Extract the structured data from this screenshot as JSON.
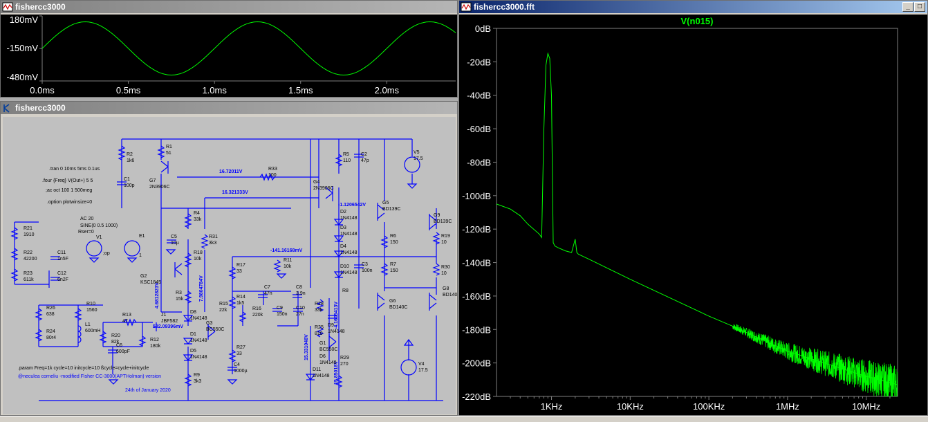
{
  "transient_window": {
    "title": "fishercc3000",
    "y_ticks": [
      "180mV",
      "-150mV",
      "-480mV"
    ],
    "x_ticks": [
      "0.0ms",
      "0.5ms",
      "1.0ms",
      "1.5ms",
      "2.0ms"
    ]
  },
  "schematic_window": {
    "title": "fishercc3000",
    "spice_directives": [
      ".tran 0 10ms 5ms 0.1us",
      ".four {Freq} V(Out+) 5 5",
      ";ac oct 100 1 500meg",
      ".option plotwinsize=0"
    ],
    "param_line": ".param Freq=1k cycle=10 initcycle=10 ßcycle=cycle+initcycle",
    "credit_line": "@neculea corneliu -modified Fisher CC-3000(APTHolman) version",
    "date_line": "24th of January 2020",
    "source": {
      "ac": "AC 20",
      "sine": "SINE(0 0.5 1000)",
      "rser": "Rser=0",
      "label1": "V1",
      "label2": "E1",
      "op": ";op",
      "e_gain": "1"
    },
    "voltage_labels": [
      "16.72011V",
      "16.321333V",
      "-1.1206542V",
      "-141.16168mV",
      "4.6812823V",
      "582.09396mV",
      "7.9804784V",
      "15.331048V",
      "-4.1605413V",
      "15.85018V"
    ],
    "components": [
      {
        "ref": "R2",
        "value": "1k6"
      },
      {
        "ref": "R1",
        "value": "51"
      },
      {
        "ref": "G7",
        "value": "2N3906C"
      },
      {
        "ref": "C1",
        "value": "100p"
      },
      {
        "ref": "R21",
        "value": "1910"
      },
      {
        "ref": "R22",
        "value": "42200"
      },
      {
        "ref": "R23",
        "value": "611k"
      },
      {
        "ref": "C11",
        "value": "1n5F"
      },
      {
        "ref": "C12",
        "value": "6n2F"
      },
      {
        "ref": "R26",
        "value": "638"
      },
      {
        "ref": "R24",
        "value": "80r4"
      },
      {
        "ref": "R10",
        "value": "1560"
      },
      {
        "ref": "L1",
        "value": "600mH"
      },
      {
        "ref": "R20",
        "value": "82k"
      },
      {
        "ref": "C6",
        "value": "600pF"
      },
      {
        "ref": "R13",
        "value": "47"
      },
      {
        "ref": "R12",
        "value": "180k"
      },
      {
        "ref": "J1",
        "value": "JBF582"
      },
      {
        "ref": "R4",
        "value": "33k"
      },
      {
        "ref": "C5",
        "value": "10µ"
      },
      {
        "ref": "R18",
        "value": "10k"
      },
      {
        "ref": "G2",
        "value": "KSC1845"
      },
      {
        "ref": "R31",
        "value": "3k3"
      },
      {
        "ref": "R33",
        "value": "100"
      },
      {
        "ref": "R5",
        "value": "110"
      },
      {
        "ref": "C2",
        "value": "47p"
      },
      {
        "ref": "G4",
        "value": "2N3906C"
      },
      {
        "ref": "V5",
        "value": "17.5"
      },
      {
        "ref": "G5",
        "value": "BD139C"
      },
      {
        "ref": "G9",
        "value": "BD139C"
      },
      {
        "ref": "R19",
        "value": "10"
      },
      {
        "ref": "R6",
        "value": "150"
      },
      {
        "ref": "R7",
        "value": "150"
      },
      {
        "ref": "R30",
        "value": "10"
      },
      {
        "ref": "G6",
        "value": "BD140C"
      },
      {
        "ref": "G8",
        "value": "BD140"
      },
      {
        "ref": "C3",
        "value": "100n"
      },
      {
        "ref": "R11",
        "value": "10k"
      },
      {
        "ref": "R17",
        "value": "33"
      },
      {
        "ref": "R14",
        "value": "1k5"
      },
      {
        "ref": "C7",
        "value": "47n"
      },
      {
        "ref": "C8",
        "value": "3.9n"
      },
      {
        "ref": "R16",
        "value": "220k"
      },
      {
        "ref": "C9",
        "value": "150n"
      },
      {
        "ref": "C10",
        "value": "27n"
      },
      {
        "ref": "R15",
        "value": "22k"
      },
      {
        "ref": "G3",
        "value": "BC550C"
      },
      {
        "ref": "R27",
        "value": "33"
      },
      {
        "ref": "C4",
        "value": "1000µ"
      },
      {
        "ref": "R28",
        "value": "33k"
      },
      {
        "ref": "R25",
        "value": "810"
      },
      {
        "ref": "G1",
        "value": "BC550C"
      },
      {
        "ref": "R29",
        "value": "270"
      },
      {
        "ref": "V4",
        "value": "17.5"
      },
      {
        "ref": "R9",
        "value": "3k3"
      },
      {
        "ref": "R3",
        "value": "15k"
      },
      {
        "ref": "R8",
        "value": ""
      }
    ],
    "diodes": [
      {
        "ref": "D2",
        "value": "1N4148"
      },
      {
        "ref": "D3",
        "value": "1N4148"
      },
      {
        "ref": "D4",
        "value": "1N4148"
      },
      {
        "ref": "D10",
        "value": "1N4148"
      },
      {
        "ref": "D8",
        "value": "1N4148"
      },
      {
        "ref": "D1",
        "value": "1N4148"
      },
      {
        "ref": "D5",
        "value": "1N4148"
      },
      {
        "ref": "D6",
        "value": "1N4148"
      },
      {
        "ref": "D11",
        "value": "1N4148"
      },
      {
        "ref": "D9",
        "value": "1N4148"
      }
    ]
  },
  "fft_window": {
    "title": "fishercc3000.fft",
    "trace_label": "V(n015)",
    "y_ticks": [
      "0dB",
      "-20dB",
      "-40dB",
      "-60dB",
      "-80dB",
      "-100dB",
      "-120dB",
      "-140dB",
      "-160dB",
      "-180dB",
      "-200dB",
      "-220dB"
    ],
    "x_ticks": [
      "1KHz",
      "10KHz",
      "100KHz",
      "1MHz",
      "10MHz"
    ]
  },
  "colors": {
    "trace": "#00ff00",
    "wire": "#0000ff",
    "schematic_bg": "#c0c0c0",
    "plot_bg": "#000000"
  },
  "chart_data": [
    {
      "type": "line",
      "title": "",
      "x": [
        0,
        0.25,
        0.5,
        0.75,
        1.0,
        1.25,
        1.5,
        1.75,
        2.0,
        2.25,
        2.4
      ],
      "series": [
        {
          "values": [
            -150,
            120,
            -150,
            -420,
            -150,
            120,
            -150,
            -420,
            -150,
            120,
            76
          ]
        }
      ],
      "xlabel": "",
      "ylabel": "",
      "xlim": [
        0,
        2.4
      ],
      "ylim": [
        -480,
        180
      ]
    },
    {
      "type": "line",
      "title": "V(n015)",
      "log_x": true,
      "x": [
        200,
        300,
        400,
        500,
        700,
        750,
        800,
        850,
        900,
        950,
        1000,
        1050,
        1100,
        1200,
        1500,
        1800,
        1950,
        2000,
        2100,
        2200,
        3000,
        10000,
        100000,
        200000,
        1000000,
        10000000,
        25000000
      ],
      "series": [
        {
          "values": [
            -105,
            -108,
            -112,
            -117,
            -123,
            -125,
            -60,
            -22,
            -15,
            -18,
            -40,
            -128,
            -130,
            -131,
            -133,
            -134,
            -128,
            -126,
            -134,
            -135,
            -138,
            -150,
            -172,
            -178,
            -193,
            -208,
            -213
          ]
        }
      ],
      "xlabel": "",
      "ylabel": "",
      "xlim": [
        200,
        25000000
      ],
      "ylim": [
        -220,
        0
      ]
    }
  ]
}
